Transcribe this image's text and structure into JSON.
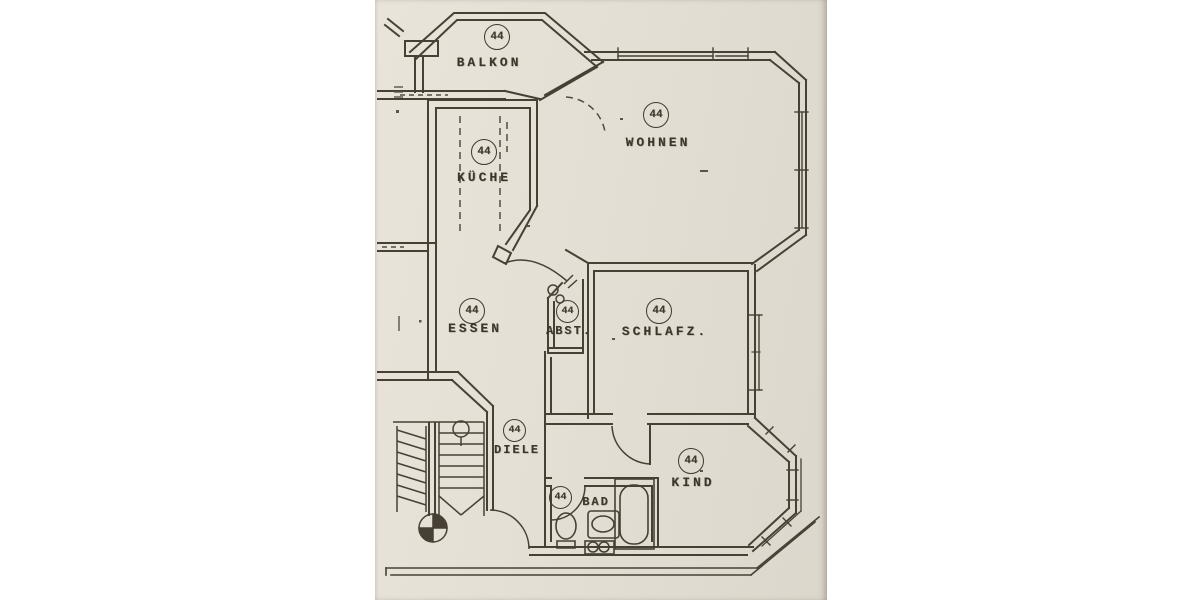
{
  "document": {
    "kind": "scanned floor plan (photocopy on beige paper)",
    "unit_number": "44"
  },
  "unit_number": "44",
  "rooms": [
    {
      "id": "balkon",
      "label": "BALKON"
    },
    {
      "id": "wohnen",
      "label": "WOHNEN"
    },
    {
      "id": "kueche",
      "label": "KÜCHE"
    },
    {
      "id": "essen",
      "label": "ESSEN"
    },
    {
      "id": "abst",
      "label": "ABST."
    },
    {
      "id": "schlafz",
      "label": "SCHLAFZ."
    },
    {
      "id": "diele",
      "label": "DIELE"
    },
    {
      "id": "bad",
      "label": "BAD"
    },
    {
      "id": "kind",
      "label": "KIND"
    }
  ],
  "icons": {
    "staircase": "staircase-with-direction-circle",
    "shaft": "quartered-shaft-symbol",
    "bathtub": "bathtub",
    "toilet": "toilet",
    "sink": "washbasin",
    "doors": "door-swing-arcs",
    "windows": "double-line-window-bands"
  },
  "colors": {
    "background": "#ffffff",
    "paper": "#e4dfd5",
    "ink": "#464035"
  }
}
